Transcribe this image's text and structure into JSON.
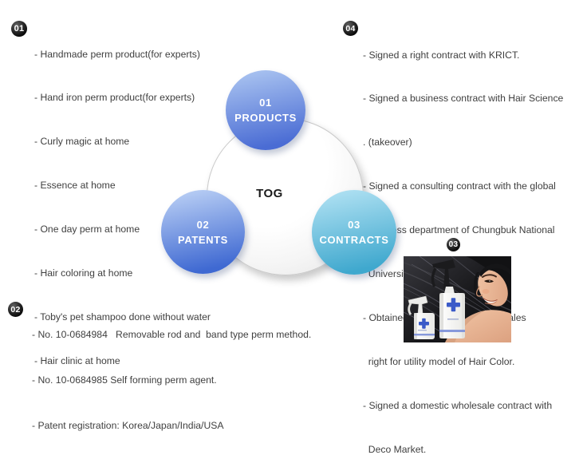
{
  "colors": {
    "text": "#3f3f3f",
    "badge_background": "#0f0f0f",
    "cross_blue": "#3b5bc8"
  },
  "diagram": {
    "center_label": "TOG",
    "circles": [
      {
        "number": "01",
        "label": "PRODUCTS",
        "color_top": "#a8c2f0",
        "color_bottom": "#4a6cd4"
      },
      {
        "number": "02",
        "label": "PATENTS",
        "color_top": "#b7cdf4",
        "color_bottom": "#3f69d2"
      },
      {
        "number": "03",
        "label": "CONTRACTS",
        "color_top": "#aee0f2",
        "color_bottom": "#3fa8ce"
      }
    ]
  },
  "lists": {
    "products": {
      "badge": "01",
      "lines": [
        "- Handmade perm product(for experts)",
        "- Hand iron perm product(for experts)",
        "- Curly magic at home",
        "- Essence at home",
        "- One day perm at home",
        "- Hair coloring at home",
        "- Toby's pet shampoo done without water",
        "- Hair clinic at home"
      ]
    },
    "contracts": {
      "badge": "04",
      "lines": [
        "- Signed a right contract with KRICT.",
        "- Signed a business contract with Hair Science",
        ". (takeover)",
        "- Signed a consulting contract with the global",
        "  business department of Chungbuk National",
        "  University.",
        "- Obtained a domestic exclusive sales",
        "  right for utility model of Hair Color.",
        "- Signed a domestic wholesale contract with",
        "  Deco Market."
      ]
    },
    "patents": {
      "badge": "02",
      "lines": [
        "- No. 10-0684984   Removable rod and  band type perm method.",
        "- No. 10-0684985 Self forming perm agent.",
        "- Patent registration: Korea/Japan/India/USA"
      ]
    }
  },
  "photo": {
    "badge": "03"
  }
}
